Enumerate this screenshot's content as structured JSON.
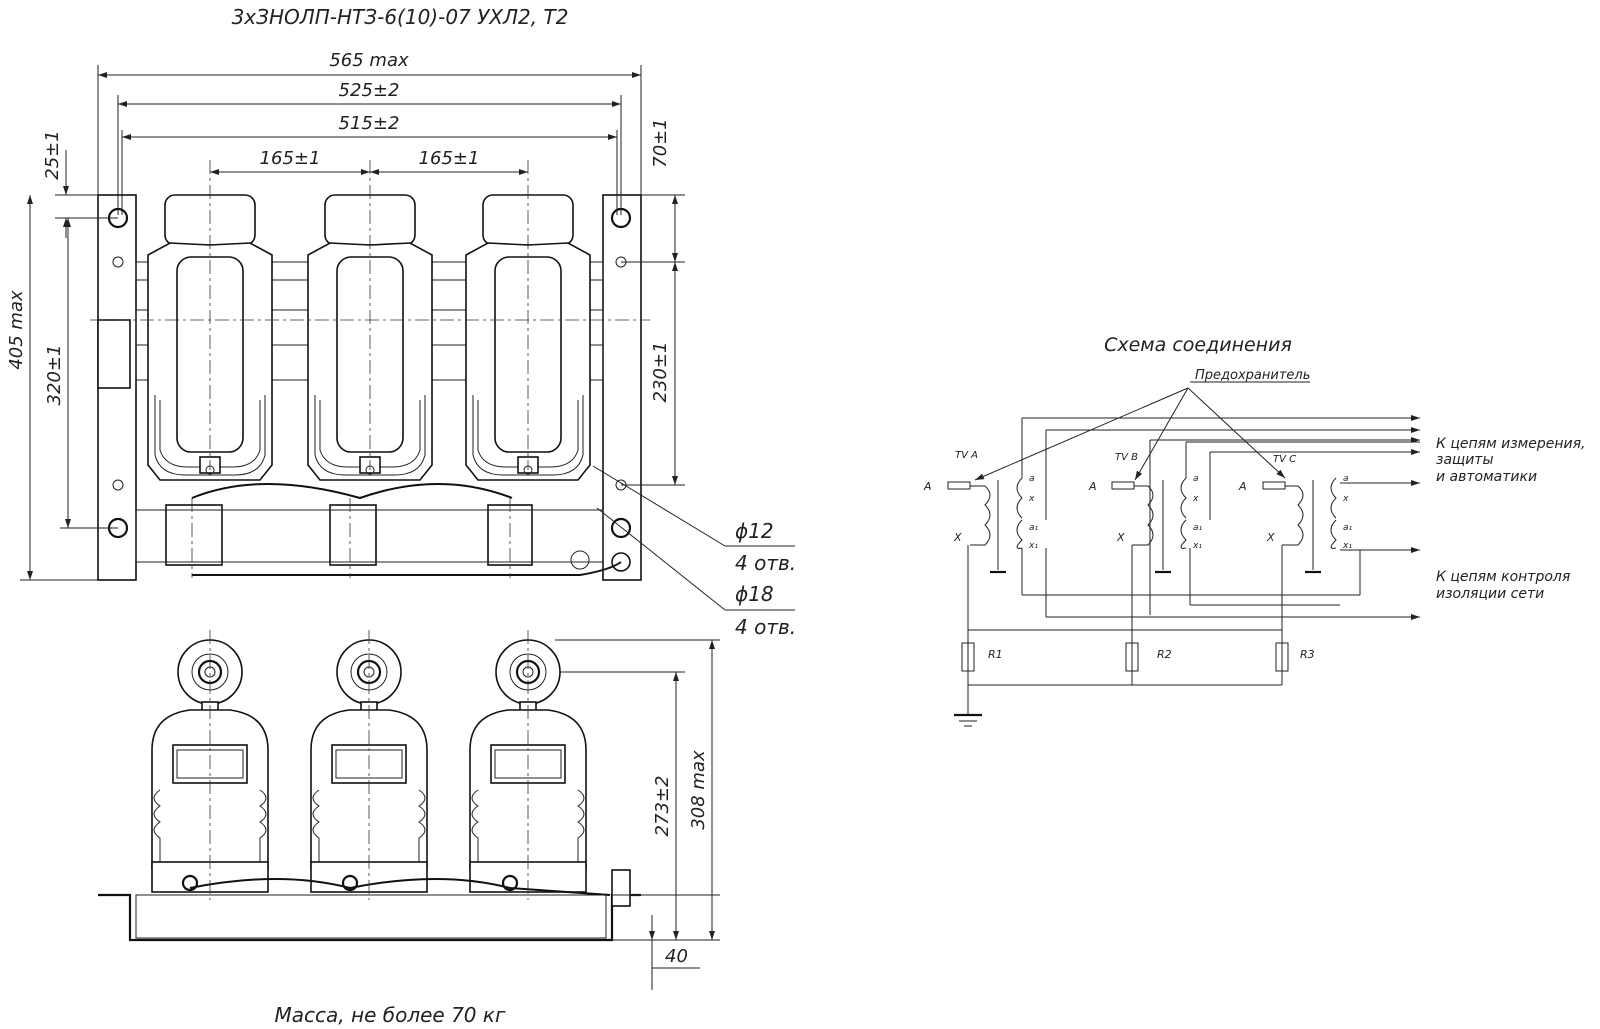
{
  "title": "3хЗНОЛП-НТЗ-6(10)-07 УХЛ2, Т2",
  "dimensions": {
    "width_overall": "565 max",
    "width_mounting": "525±2",
    "width_holes": "515±2",
    "pitch_1": "165±1",
    "pitch_2": "165±1",
    "top_offset_left": "25±1",
    "top_offset_right": "70±1",
    "depth_overall": "405 max",
    "depth_holes_left": "320±1",
    "depth_holes_right": "230±1",
    "hole_small": "ϕ12",
    "hole_small_count": "4 отв.",
    "hole_large": "ϕ18",
    "hole_large_count": "4 отв.",
    "height_terminal": "273±2",
    "height_overall": "308 max",
    "base_height": "40"
  },
  "mass_note": "Масса, не более 70 кг",
  "schematic": {
    "title": "Схема соединения",
    "fuse_label": "Предохранитель",
    "transformers": [
      "TV A",
      "TV B",
      "TV C"
    ],
    "primary_terminals": [
      "A",
      "X"
    ],
    "secondary_terminals": [
      "a",
      "x",
      "a₁",
      "x₁"
    ],
    "resistors": [
      "R1",
      "R2",
      "R3"
    ],
    "output_measure": [
      "К цепям измерения,",
      "защиты",
      "и автоматики"
    ],
    "output_control": [
      "К цепям контроля",
      "изоляции сети"
    ]
  }
}
